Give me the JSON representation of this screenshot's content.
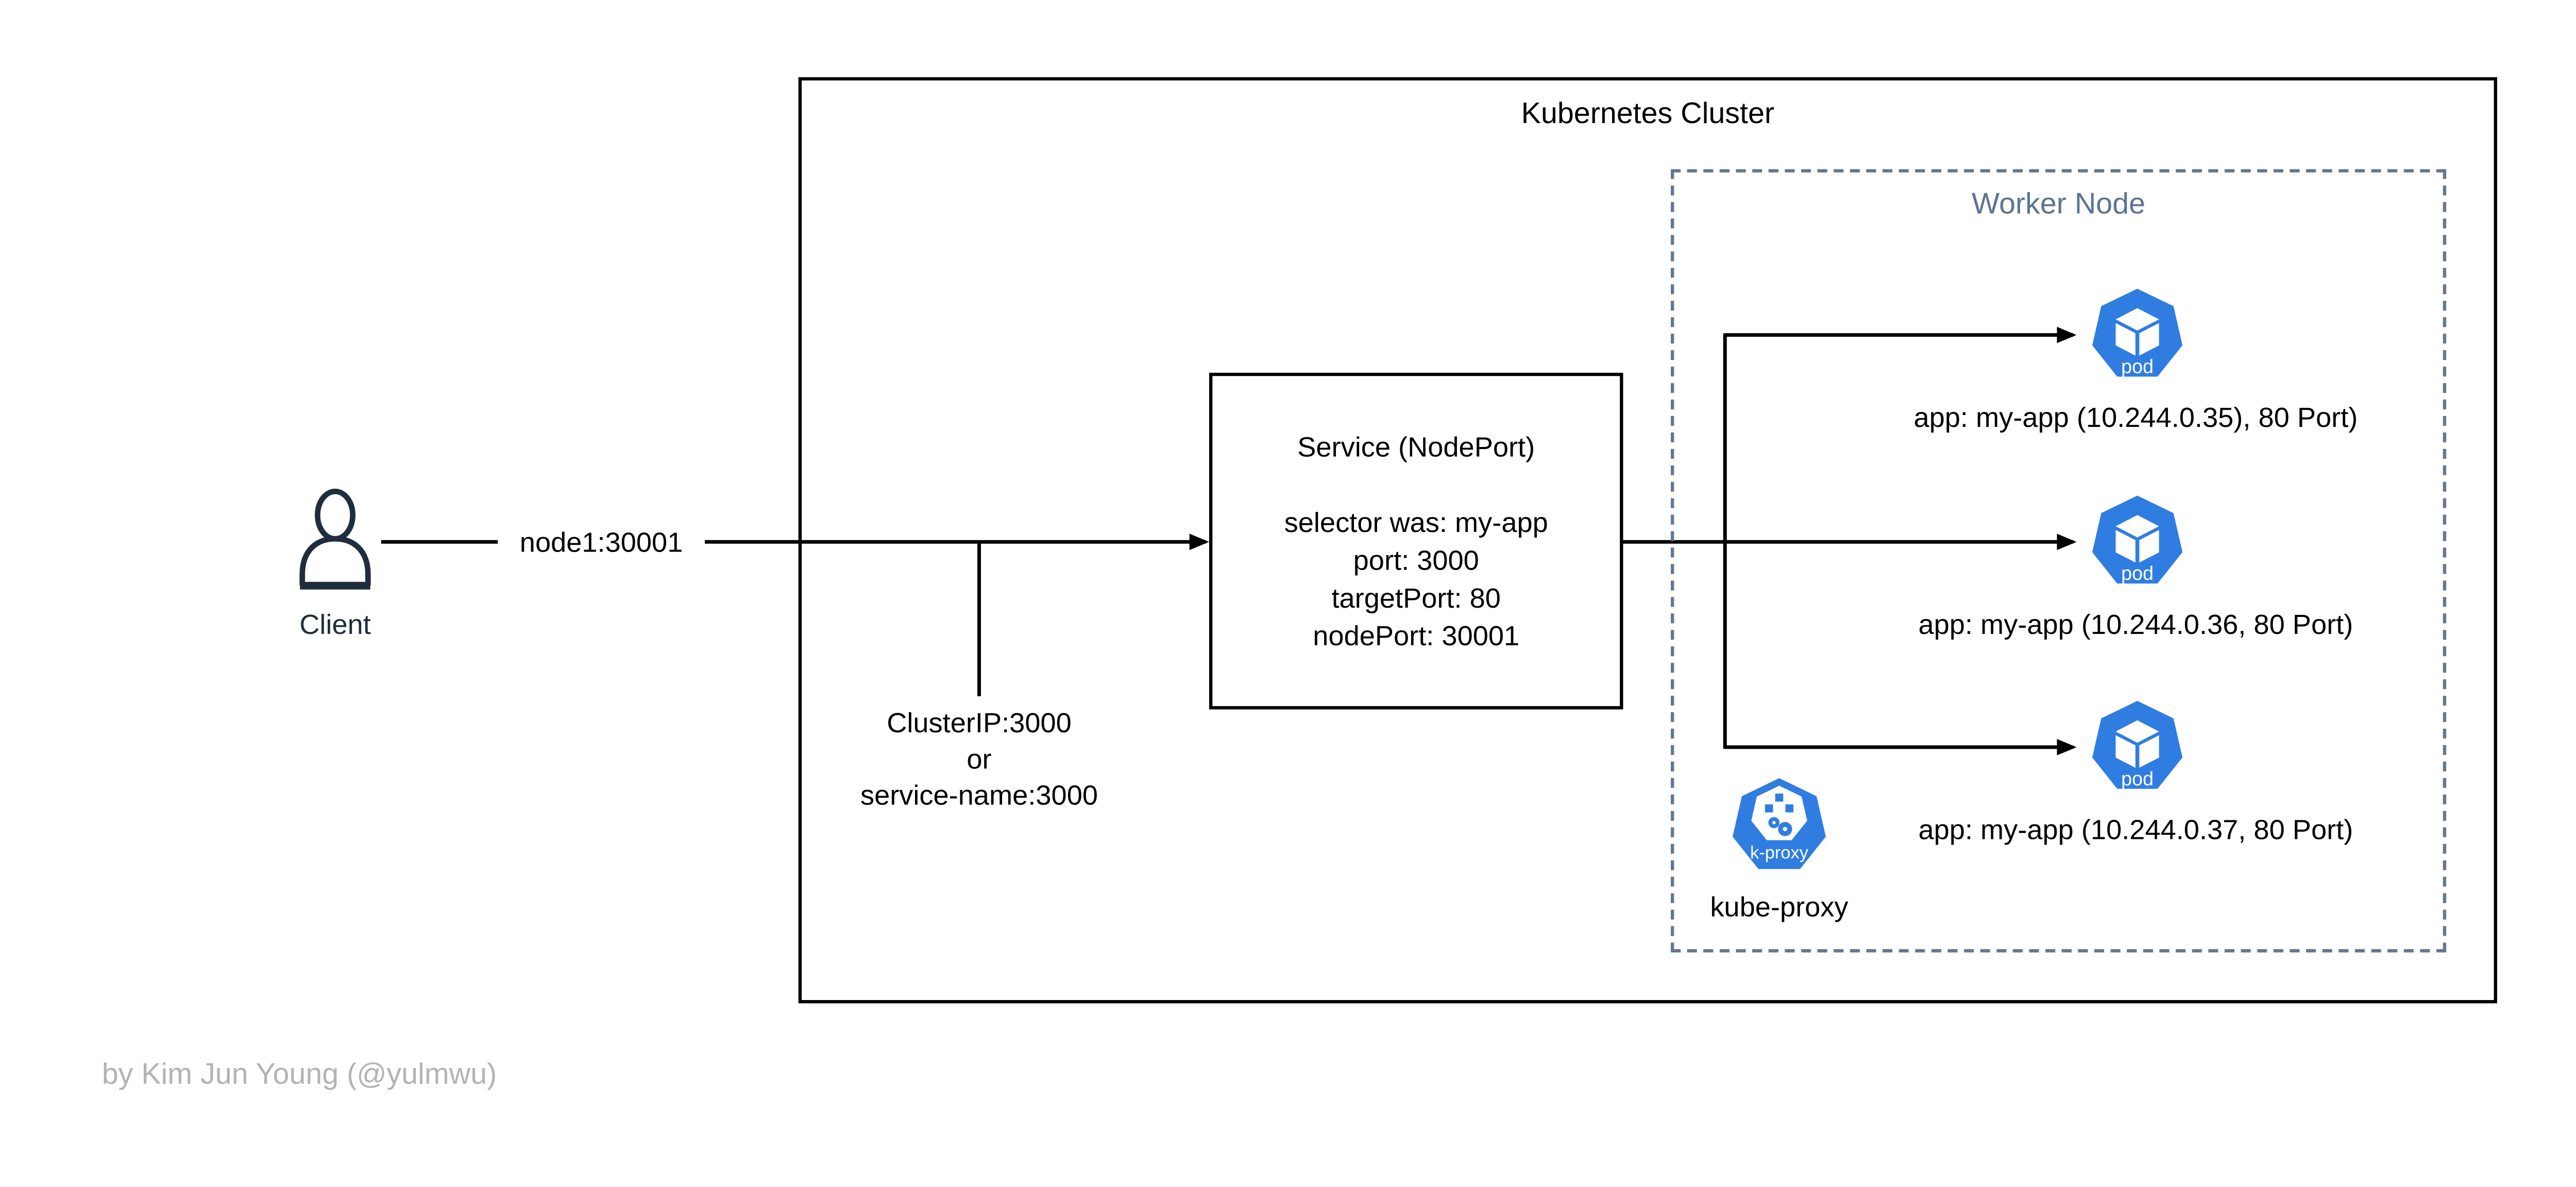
{
  "cluster": {
    "title": "Kubernetes Cluster"
  },
  "worker_node": {
    "title": "Worker Node"
  },
  "client": {
    "label": "Client"
  },
  "edges": {
    "client_to_service_label": "node1:30001",
    "cluster_ip_note": [
      "ClusterIP:3000",
      "or",
      "service-name:3000"
    ]
  },
  "service": {
    "title": "Service (NodePort)",
    "lines": [
      "selector was: my-app",
      "port: 3000",
      "targetPort: 80",
      "nodePort: 30001"
    ]
  },
  "pods": [
    {
      "icon_text": "pod",
      "label": "app: my-app (10.244.0.35), 80 Port)"
    },
    {
      "icon_text": "pod",
      "label": "app: my-app (10.244.0.36, 80 Port)"
    },
    {
      "icon_text": "pod",
      "label": "app: my-app (10.244.0.37, 80 Port)"
    }
  ],
  "kube_proxy": {
    "icon_text": "k-proxy",
    "label": "kube-proxy"
  },
  "attribution": "by Kim Jun Young (@yulmwu)",
  "colors": {
    "k8s_blue": "#2f7de1",
    "slate_border": "#64788f",
    "slate_text": "#5c7492",
    "navy": "#1f2d3d",
    "attribution_gray": "#b3b3b3",
    "line_black": "#000000"
  }
}
